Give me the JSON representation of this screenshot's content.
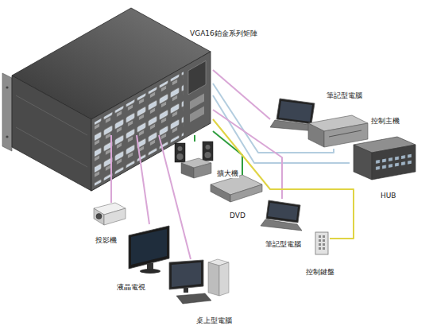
{
  "diagram": {
    "nodes": [
      {
        "text": [
          "VGA16鉑金系列矩陣"
        ]
      },
      {
        "text": [
          "筆記型電腦"
        ]
      },
      {
        "text": [
          "控制主機"
        ]
      },
      {
        "text": [
          "HUB"
        ]
      },
      {
        "text": [
          "擴大機"
        ]
      },
      {
        "text": [
          "DVD"
        ]
      },
      {
        "text": [
          "投影機"
        ]
      },
      {
        "text": [
          "筆記型電腦"
        ]
      },
      {
        "text": [
          "液晶電視"
        ]
      },
      {
        "text": [
          "控制鍵盤"
        ]
      },
      {
        "text": [
          "桌上型電腦"
        ]
      }
    ],
    "edges": [
      {
        "from": 0,
        "to": 1,
        "arrow": "none"
      },
      {
        "from": 0,
        "to": 2,
        "arrow": "none"
      },
      {
        "from": 0,
        "to": 3,
        "arrow": "none"
      },
      {
        "from": 0,
        "to": 4,
        "arrow": "none"
      },
      {
        "from": 0,
        "to": 5,
        "arrow": "none"
      },
      {
        "from": 0,
        "to": 6,
        "arrow": "none"
      },
      {
        "from": 0,
        "to": 7,
        "arrow": "none"
      },
      {
        "from": 0,
        "to": 8,
        "arrow": "none"
      },
      {
        "from": 0,
        "to": 9,
        "arrow": "none"
      },
      {
        "from": 0,
        "to": 10,
        "arrow": "none"
      }
    ]
  }
}
